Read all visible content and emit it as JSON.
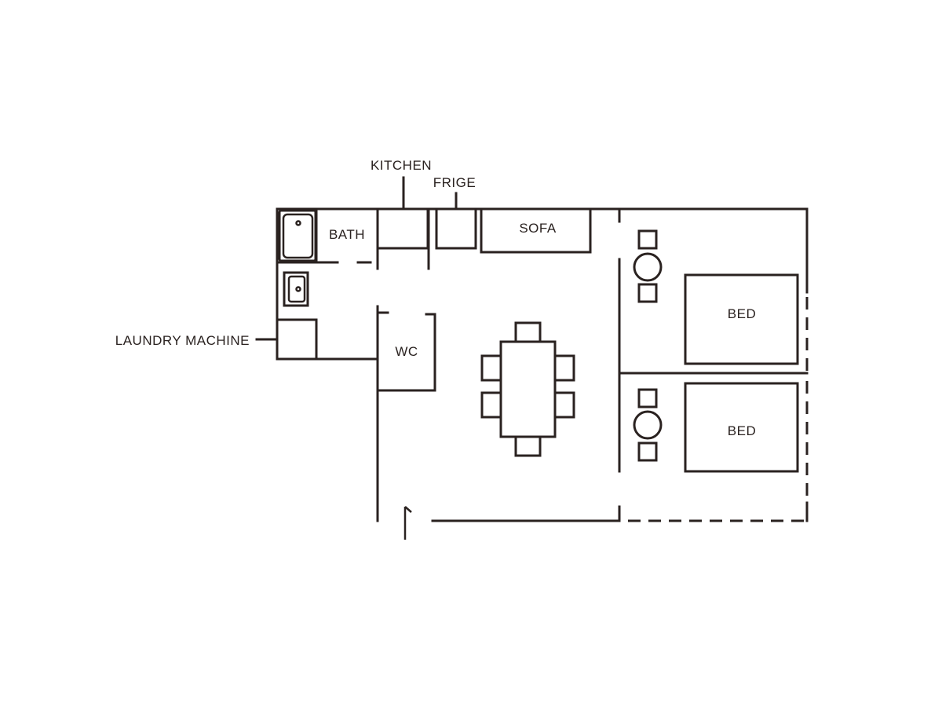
{
  "colors": {
    "line": "#2a2220",
    "background": "#ffffff"
  },
  "labels": {
    "kitchen": "KITCHEN",
    "fridge": "FRIGE",
    "bath": "BATH",
    "sofa": "SOFA",
    "laundry": "LAUNDRY MACHINE",
    "wc": "WC",
    "bed_top": "BED",
    "bed_bottom": "BED"
  },
  "furniture": {
    "dining_chairs": 6,
    "bedside_stools": 4
  }
}
